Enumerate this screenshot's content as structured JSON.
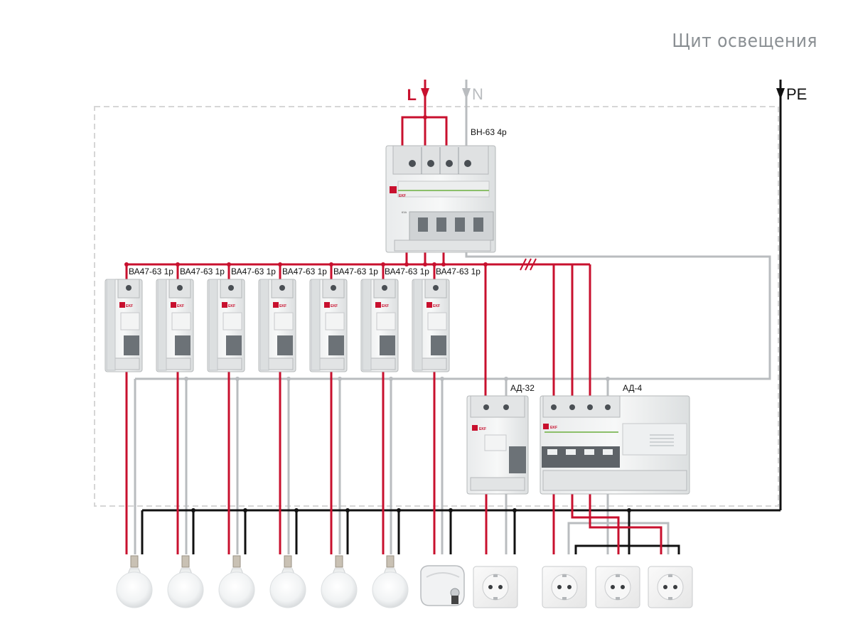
{
  "title": "Щит освещения",
  "inputs": {
    "phase": "L",
    "neutral": "N",
    "earth": "PE"
  },
  "main_switch": {
    "label": "ВН-63 4р",
    "brand": "EKF",
    "rating": "63A"
  },
  "breakers": [
    {
      "label": "ВА47-63 1р",
      "brand": "EKF"
    },
    {
      "label": "ВА47-63 1р",
      "brand": "EKF"
    },
    {
      "label": "ВА47-63 1р",
      "brand": "EKF"
    },
    {
      "label": "ВА47-63 1р",
      "brand": "EKF"
    },
    {
      "label": "ВА47-63 1р",
      "brand": "EKF"
    },
    {
      "label": "ВА47-63 1р",
      "brand": "EKF"
    },
    {
      "label": "ВА47-63 1р",
      "brand": "EKF"
    }
  ],
  "rcbo_2p": {
    "label": "АД-32",
    "brand": "EKF"
  },
  "rcbo_4p": {
    "label": "АД-4",
    "brand": "EKF"
  },
  "loads": {
    "lamps": 6,
    "water_heater": 1,
    "sockets": 4
  },
  "colors": {
    "phase": "#c8102e",
    "neutral": "#b9bcbf",
    "earth": "#111111",
    "enclosure": "#d6d6d6",
    "title": "#8a8f93"
  }
}
